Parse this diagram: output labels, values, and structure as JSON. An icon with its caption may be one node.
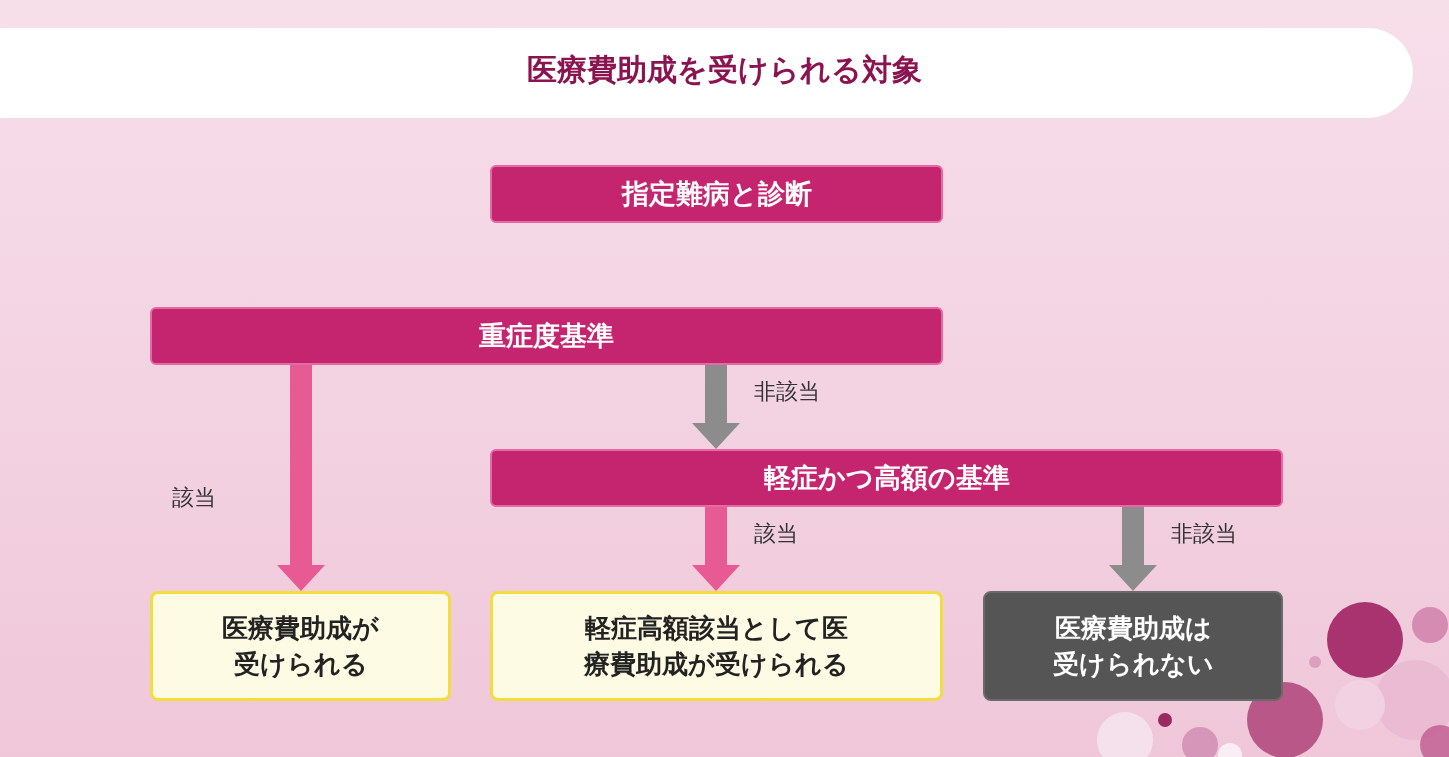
{
  "diagram": {
    "title": "医療費助成を受けられる対象",
    "nodes": [
      {
        "text": [
          "指定難病と診断"
        ]
      },
      {
        "text": [
          "重症度基準"
        ]
      },
      {
        "text": [
          "軽症かつ高額の基準"
        ]
      },
      {
        "text": [
          "医療費助成が受けられる"
        ]
      },
      {
        "text": [
          "**軽症高額該当**として医療費助成が受けられる"
        ]
      },
      {
        "text": [
          "医療費助成は受けられない"
        ]
      }
    ],
    "edges": [
      {
        "from": 1,
        "to": 3,
        "arrow": "to",
        "label": "該当"
      },
      {
        "from": 1,
        "to": 2,
        "arrow": "to",
        "label": "非該当",
        "color": "#8c8c8c"
      },
      {
        "from": 2,
        "to": 4,
        "arrow": "to",
        "label": "該当"
      },
      {
        "from": 2,
        "to": 5,
        "arrow": "to",
        "label": "非該当",
        "color": "#8c8c8c"
      }
    ]
  }
}
